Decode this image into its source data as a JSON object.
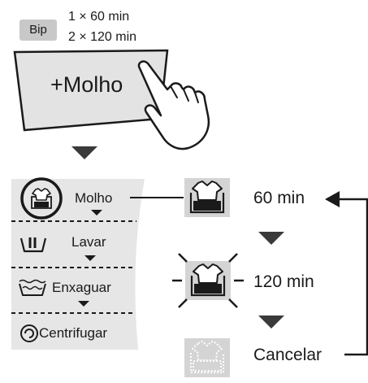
{
  "beep": {
    "badge_label": "Bip",
    "line_1": "1 × 60 min",
    "line_2": "2 × 120 min"
  },
  "panel": {
    "button_label": "+Molho"
  },
  "menu": {
    "items": [
      {
        "label": "Molho",
        "icon": "soak-icon"
      },
      {
        "label": "Lavar",
        "icon": "wash-icon"
      },
      {
        "label": "Enxaguar",
        "icon": "rinse-icon"
      },
      {
        "label": "Centrifugar",
        "icon": "spin-icon"
      }
    ]
  },
  "states": [
    {
      "label": "60 min",
      "icon": "soak-icon"
    },
    {
      "label": "120 min",
      "icon": "soak-blinking-icon"
    },
    {
      "label": "Cancelar",
      "icon": "soak-cancelled-icon"
    }
  ],
  "colors": {
    "panel_fill": "#e3e3e3",
    "menu_fill": "#e6e6e6",
    "icon_box": "#d4d4d4",
    "ink": "#1a1a1a"
  }
}
